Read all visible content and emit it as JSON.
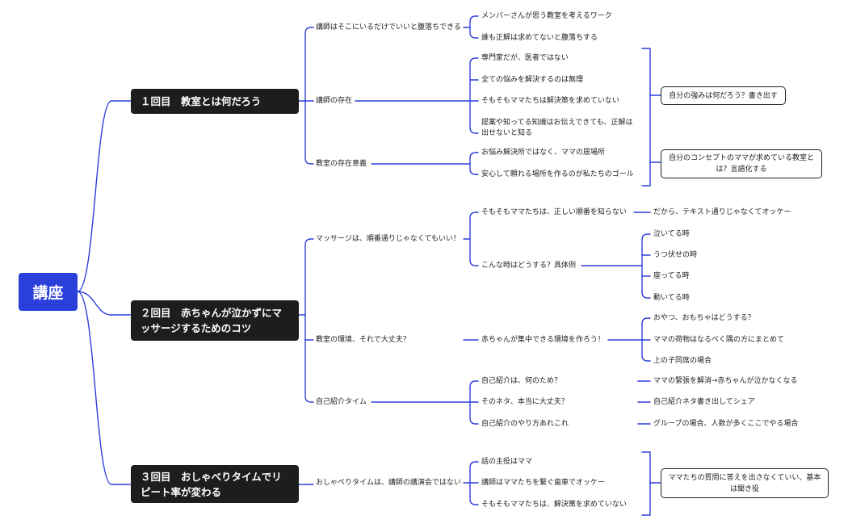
{
  "root": "講座",
  "session1": {
    "title": "１回目　教室とは何だろう",
    "topic1": "講師はそこにいるだけでいいと腹落ちできる",
    "topic1_items": [
      "メンバーさんが思う教室を考えるワーク",
      "誰も正解は求めてないと腹落ちする"
    ],
    "topic2": "講師の存在",
    "topic2_items": [
      "専門家だが、医者ではない",
      "全ての悩みを解決するのは無理",
      "そもそもママたちは解決策を求めていない",
      "提案や知ってる知識はお伝えできても、正解は出せないと知る"
    ],
    "topic3": "教室の存在意義",
    "topic3_items": [
      "お悩み解決所ではなく、ママの居場所",
      "安心して頼れる場所を作るのが私たちのゴール"
    ],
    "summary1": "自分の強みは何だろう？書き出す",
    "summary2": "自分のコンセプトのママが求めている教室とは？言語化する"
  },
  "session2": {
    "title": "２回目　赤ちゃんが泣かずにマッサージするためのコツ",
    "topic1": "マッサージは、順番通りじゃなくてもいい！",
    "topic1_a": "そもそもママたちは、正しい順番を知らない",
    "topic1_a_note": "だから、テキスト通りじゃなくてオッケー",
    "topic1_b": "こんな時はどうする？具体例",
    "topic1_b_items": [
      "泣いてる時",
      "うつ伏せの時",
      "座ってる時",
      "動いてる時"
    ],
    "topic2": "教室の環境、それで大丈夫？",
    "topic2_a": "赤ちゃんが集中できる環境を作ろう！",
    "topic2_a_items": [
      "おやつ、おもちゃはどうする？",
      "ママの荷物はなるべく隅の方にまとめて",
      "上の子同席の場合"
    ],
    "topic3": "自己紹介タイム",
    "topic3_items": [
      "自己紹介は、何のため？",
      "そのネタ、本当に大丈夫？",
      "自己紹介のやり方あれこれ"
    ],
    "topic3_notes": [
      "ママの緊張を解消→赤ちゃんが泣かなくなる",
      "自己紹介ネタ書き出してシェア",
      "グループの場合、人数が多くここでやる場合"
    ]
  },
  "session3": {
    "title": "３回目　おしゃべりタイムでリピート率が変わる",
    "topic1": "おしゃべりタイムは、講師の講演会ではない",
    "topic1_items": [
      "話の主役はママ",
      "講師はママたちを繋ぐ歯車でオッケー",
      "そもそもママたちは、解決策を求めていない"
    ],
    "summary": "ママたちの質問に答えを出さなくていい、基本は聞き役"
  },
  "colors": {
    "root": "#2b3fdb",
    "line": "#2b3fdb",
    "main": "#1d1d1d"
  }
}
